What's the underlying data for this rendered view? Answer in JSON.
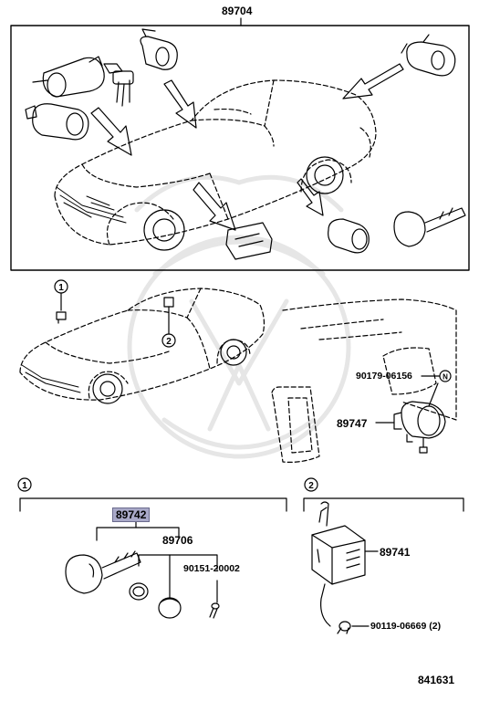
{
  "parts": {
    "top_box_code": "89704",
    "code_89742": "89742",
    "code_89706": "89706",
    "code_90151": "90151-20002",
    "code_89741": "89741",
    "code_90119": "90119-06669 (2)",
    "code_90179": "90179-06156",
    "code_89747": "89747"
  },
  "callouts": {
    "one": "1",
    "two": "2",
    "n_marker": "N"
  },
  "figure_number": "841631",
  "colors": {
    "highlight": "#a9a9c8",
    "line": "#000000",
    "watermark": "#e6e6e6"
  }
}
